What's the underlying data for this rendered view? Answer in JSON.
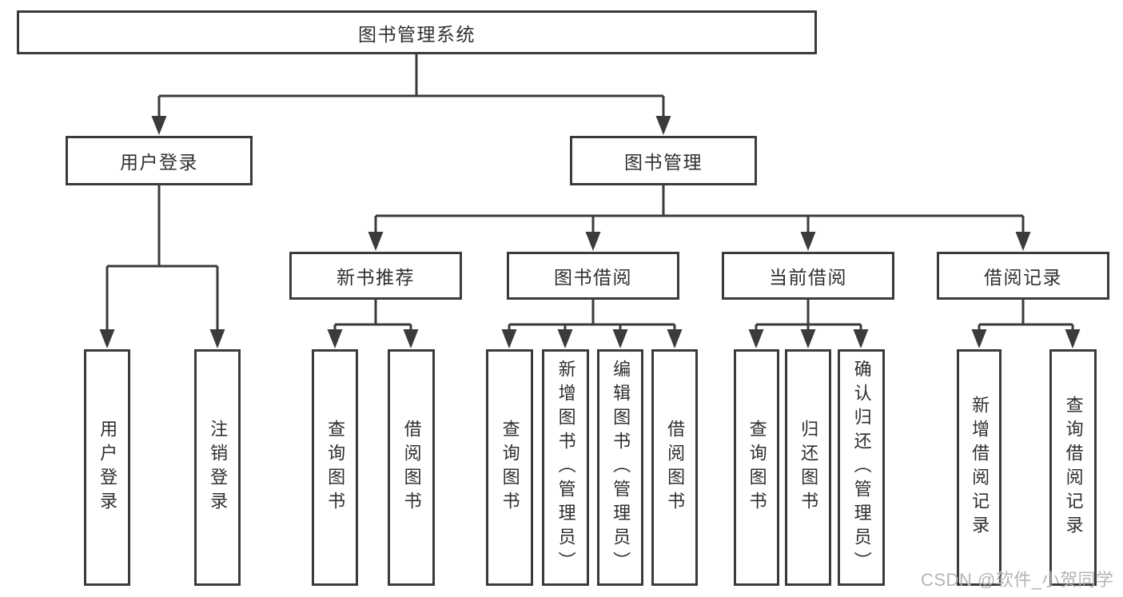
{
  "watermark": "CSDN @软件_小贺同学",
  "colors": {
    "line": "#3b3b3b",
    "text": "#2f2f2f",
    "box_background": "#ffffff",
    "watermark": "#b5b5b5"
  },
  "tree": {
    "root": "图书管理系统",
    "user_login": {
      "label": "用户登录",
      "children": [
        "用户登录",
        "注销登录"
      ]
    },
    "book_management": {
      "label": "图书管理",
      "sections": [
        {
          "label": "新书推荐",
          "children": [
            "查询图书",
            "借阅图书"
          ]
        },
        {
          "label": "图书借阅",
          "children": [
            "查询图书",
            "新增图书（管理员）",
            "编辑图书（管理员）",
            "借阅图书"
          ]
        },
        {
          "label": "当前借阅",
          "children": [
            "查询图书",
            "归还图书",
            "确认归还（管理员）"
          ]
        },
        {
          "label": "借阅记录",
          "children": [
            "新增借阅记录",
            "查询借阅记录"
          ]
        }
      ]
    }
  }
}
